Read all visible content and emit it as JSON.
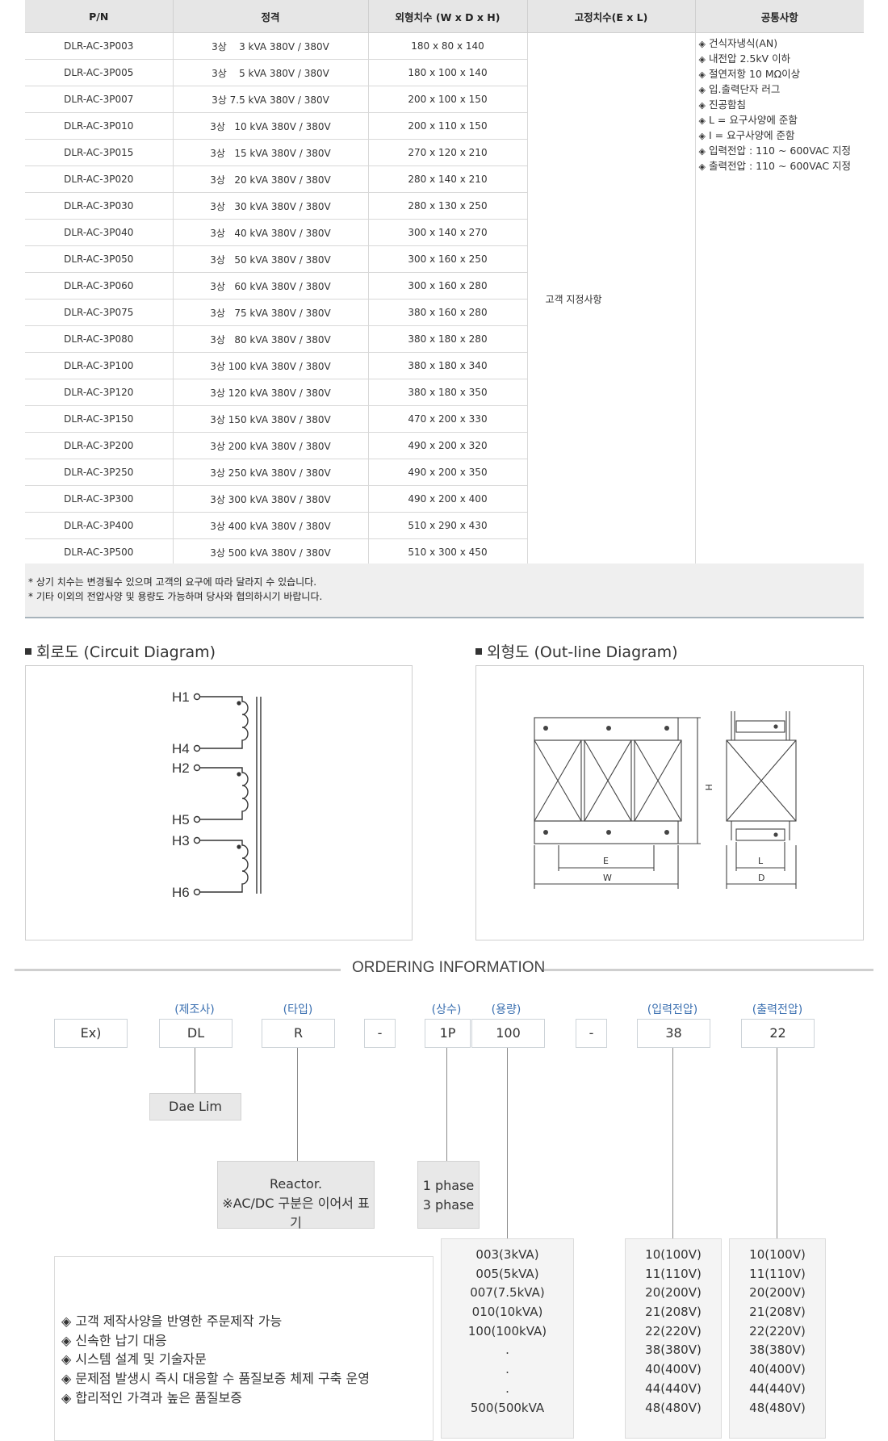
{
  "table": {
    "headers": [
      "P/N",
      "정격",
      "외형치수 (W x D x H)",
      "고정치수(E x L)",
      "공통사항"
    ],
    "rows": [
      {
        "pn": "DLR-AC-3P003",
        "rating": "3상    3 kVA 380V / 380V",
        "dims": "180 x 80 x 140"
      },
      {
        "pn": "DLR-AC-3P005",
        "rating": "3상    5 kVA 380V / 380V",
        "dims": "180 x 100 x 140"
      },
      {
        "pn": "DLR-AC-3P007",
        "rating": "3상 7.5 kVA 380V / 380V",
        "dims": "200 x 100 x 150"
      },
      {
        "pn": "DLR-AC-3P010",
        "rating": "3상   10 kVA 380V / 380V",
        "dims": "200 x 110 x 150"
      },
      {
        "pn": "DLR-AC-3P015",
        "rating": "3상   15 kVA 380V / 380V",
        "dims": "270 x 120 x 210"
      },
      {
        "pn": "DLR-AC-3P020",
        "rating": "3상   20 kVA 380V / 380V",
        "dims": "280 x 140 x 210"
      },
      {
        "pn": "DLR-AC-3P030",
        "rating": "3상   30 kVA 380V / 380V",
        "dims": "280 x 130 x 250"
      },
      {
        "pn": "DLR-AC-3P040",
        "rating": "3상   40 kVA 380V / 380V",
        "dims": "300 x 140 x 270"
      },
      {
        "pn": "DLR-AC-3P050",
        "rating": "3상   50 kVA 380V / 380V",
        "dims": "300 x 160 x 250"
      },
      {
        "pn": "DLR-AC-3P060",
        "rating": "3상   60 kVA 380V / 380V",
        "dims": "300 x 160 x 280"
      },
      {
        "pn": "DLR-AC-3P075",
        "rating": "3상   75 kVA 380V / 380V",
        "dims": "380 x 160 x 280"
      },
      {
        "pn": "DLR-AC-3P080",
        "rating": "3상   80 kVA 380V / 380V",
        "dims": "380 x 180 x 280"
      },
      {
        "pn": "DLR-AC-3P100",
        "rating": "3상 100 kVA 380V / 380V",
        "dims": "380 x 180 x 340"
      },
      {
        "pn": "DLR-AC-3P120",
        "rating": "3상 120 kVA 380V / 380V",
        "dims": "380 x 180 x 350"
      },
      {
        "pn": "DLR-AC-3P150",
        "rating": "3상 150 kVA 380V / 380V",
        "dims": "470 x 200 x 330"
      },
      {
        "pn": "DLR-AC-3P200",
        "rating": "3상 200 kVA 380V / 380V",
        "dims": "490 x 200 x 320"
      },
      {
        "pn": "DLR-AC-3P250",
        "rating": "3상 250 kVA 380V / 380V",
        "dims": "490 x 200 x 350"
      },
      {
        "pn": "DLR-AC-3P300",
        "rating": "3상 300 kVA 380V / 380V",
        "dims": "490 x 200 x 400"
      },
      {
        "pn": "DLR-AC-3P400",
        "rating": "3상 400 kVA 380V / 380V",
        "dims": "510 x 290 x 430"
      },
      {
        "pn": "DLR-AC-3P500",
        "rating": "3상 500 kVA 380V / 380V",
        "dims": "510 x 300 x 450"
      }
    ],
    "fixed_dims": "고객 지정사항",
    "common": [
      "건식자냉식(AN)",
      "내전압 2.5kV 이하",
      "절연저항 10 MΩ이상",
      "입.출력단자 러그",
      "진공함침",
      "L = 요구사양에 준함",
      "I = 요구사양에 준함",
      "입력전압 : 110 ~ 600VAC 지정",
      "출력전압 : 110 ~ 600VAC 지정"
    ],
    "notes": [
      "* 상기 치수는 변경될수 있으며 고객의 요구에  따라 달라지 수 있습니다.",
      "* 기타 이외의 전압사양 및 용량도 가능하며 당사와 협의하시기 바랍니다."
    ]
  },
  "circuit": {
    "title": "회로도 (Circuit Diagram)",
    "terminals": [
      "H1",
      "H4",
      "H2",
      "H5",
      "H3",
      "H6"
    ]
  },
  "outline": {
    "title": "외형도 (Out-line Diagram)",
    "labels": {
      "E": "E",
      "W": "W",
      "H": "H",
      "L": "L",
      "D": "D"
    }
  },
  "ordering": {
    "title": "ORDERING INFORMATION",
    "labels": {
      "maker": "(제조사)",
      "type": "(타입)",
      "phase": "(상수)",
      "capacity": "(용량)",
      "input": "(입력전압)",
      "output": "(출력전압)"
    },
    "boxes": {
      "ex": "Ex)",
      "dl": "DL",
      "r": "R",
      "dash1": "-",
      "phase": "1P",
      "capacity": "100",
      "dash2": "-",
      "input": "38",
      "output": "22"
    },
    "maker_desc": "Dae Lim",
    "type_desc": [
      "Reactor.",
      "※AC/DC 구분은 이어서 표기"
    ],
    "phase_desc": [
      "1 phase",
      "3 phase"
    ],
    "capacity_list": [
      "003(3kVA)",
      "005(5kVA)",
      "007(7.5kVA)",
      "010(10kVA)",
      "100(100kVA)",
      ".",
      ".",
      ".",
      "500(500kVA"
    ],
    "input_list": [
      "10(100V)",
      "11(110V)",
      "20(200V)",
      "21(208V)",
      "22(220V)",
      "38(380V)",
      "40(400V)",
      "44(440V)",
      "48(480V)"
    ],
    "output_list": [
      "10(100V)",
      "11(110V)",
      "20(200V)",
      "21(208V)",
      "22(220V)",
      "38(380V)",
      "40(400V)",
      "44(440V)",
      "48(480V)"
    ],
    "features": [
      "◈ 고객 제작사양을 반영한 주문제작 가능",
      "◈ 신속한 납기 대응",
      "◈ 시스템 설계 및 기술자문",
      "◈ 문제점 발생시 즉시 대응할 수 품질보증 체제 구축 운영",
      "◈ 합리적인 가격과 높은 품질보증"
    ]
  }
}
